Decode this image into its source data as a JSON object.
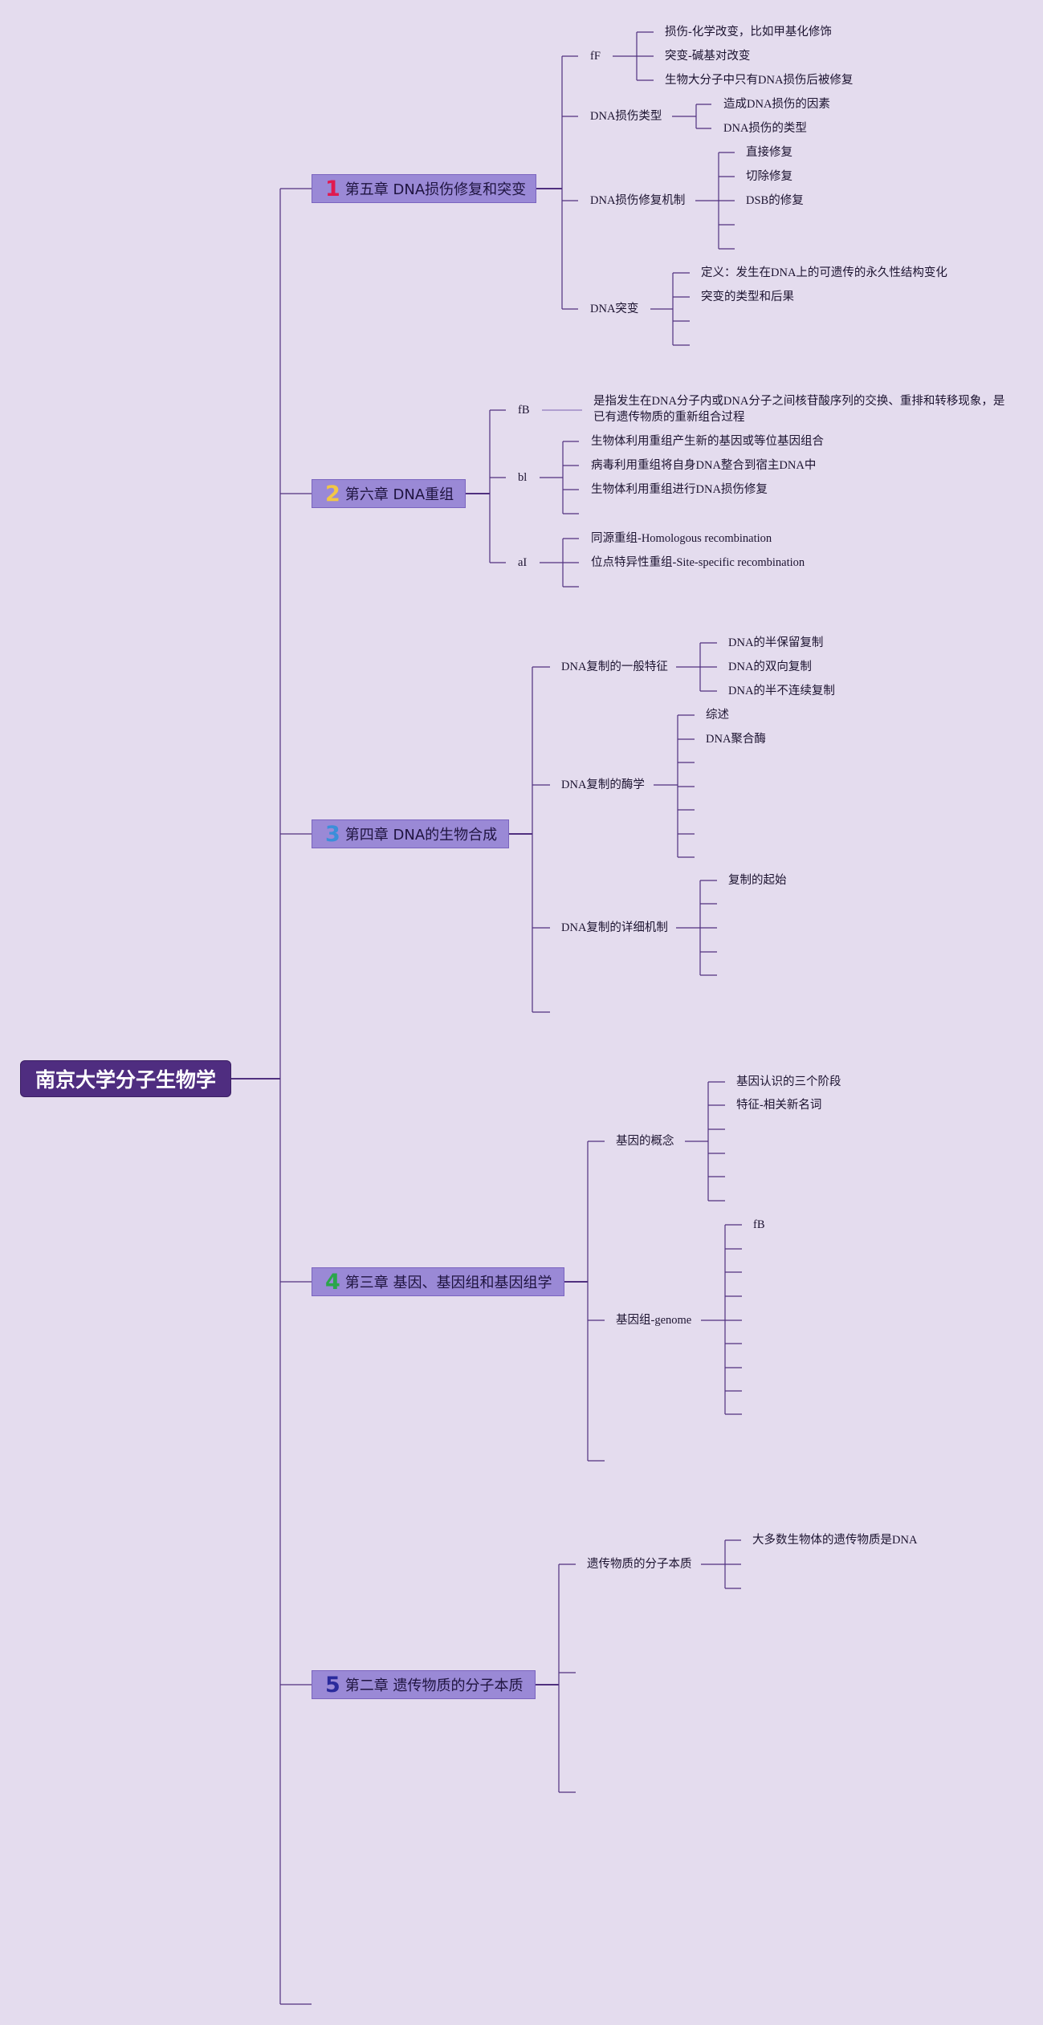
{
  "root": {
    "title": "南京大学分子生物学"
  },
  "chapters": [
    {
      "num": "1",
      "num_color": "#e0194f",
      "title": "第五章 DNA损伤修复和突变"
    },
    {
      "num": "2",
      "num_color": "#f2c744",
      "title": "第六章 DNA重组"
    },
    {
      "num": "3",
      "num_color": "#3b8fd9",
      "title": "第四章 DNA的生物合成"
    },
    {
      "num": "4",
      "num_color": "#2aa64a",
      "title": "第三章 基因、基因组和基因组学"
    },
    {
      "num": "5",
      "num_color": "#2a2a9c",
      "title": "第二章 遗传物质的分子本质"
    }
  ],
  "ch1": {
    "ff": "fF",
    "ff_items": [
      "损伤-化学改变，比如甲基化修饰",
      "突变-碱基对改变",
      "生物大分子中只有DNA损伤后被修复"
    ],
    "types": "DNA损伤类型",
    "types_items": [
      "造成DNA损伤的因素",
      "DNA损伤的类型"
    ],
    "repair": "DNA损伤修复机制",
    "repair_items": [
      "直接修复",
      "切除修复",
      "DSB的修复"
    ],
    "mutation": "DNA突变",
    "mutation_items": [
      "定义：发生在DNA上的可遗传的永久性结构变化",
      "突变的类型和后果"
    ]
  },
  "ch2": {
    "fb": "fB",
    "fb_text": "是指发生在DNA分子内或DNA分子之间核苷酸序列的交换、重排和转移现象，是已有遗传物质的重新组合过程",
    "bl": "bl",
    "bl_items": [
      "生物体利用重组产生新的基因或等位基因组合",
      "病毒利用重组将自身DNA整合到宿主DNA中",
      "生物体利用重组进行DNA损伤修复"
    ],
    "al": "aI",
    "al_items": [
      "同源重组-Homologous recombination",
      "位点特异性重组-Site-specific recombination"
    ]
  },
  "ch3": {
    "general": "DNA复制的一般特征",
    "general_items": [
      "DNA的半保留复制",
      "DNA的双向复制",
      "DNA的半不连续复制"
    ],
    "enzyme": "DNA复制的酶学",
    "enzyme_items": [
      "综述",
      "DNA聚合酶"
    ],
    "mechanism": "DNA复制的详细机制",
    "mechanism_items": [
      "复制的起始"
    ]
  },
  "ch4": {
    "concept": "基因的概念",
    "concept_items": [
      "基因认识的三个阶段",
      "特征-相关新名词"
    ],
    "genome": "基因组-genome",
    "genome_items": [
      "fB"
    ]
  },
  "ch5": {
    "nature": "遗传物质的分子本质",
    "nature_items": [
      "大多数生物体的遗传物质是DNA"
    ]
  }
}
